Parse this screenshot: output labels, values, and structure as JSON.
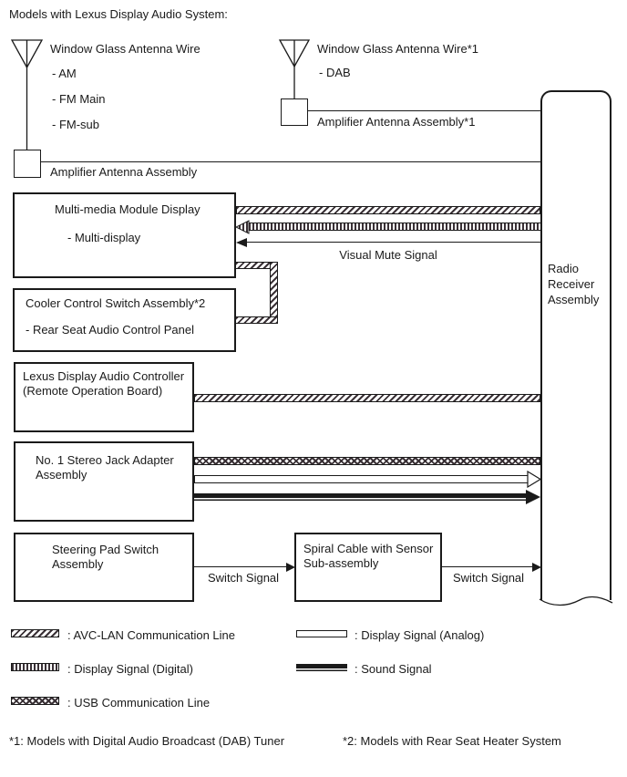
{
  "title": "Models with Lexus Display Audio System:",
  "antennas": {
    "left": {
      "label": "Window Glass Antenna Wire",
      "items": [
        "- AM",
        "- FM Main",
        "- FM-sub"
      ],
      "amp_label": "Amplifier Antenna Assembly"
    },
    "right": {
      "label": "Window Glass Antenna Wire*1",
      "items": [
        "- DAB"
      ],
      "amp_label": "Amplifier Antenna Assembly*1"
    }
  },
  "boxes": {
    "radio_receiver": "Radio Receiver Assembly",
    "multimedia": {
      "title": "Multi-media Module Display",
      "sub": "- Multi-display"
    },
    "cooler": {
      "title": "Cooler Control Switch Assembly*2",
      "sub": "- Rear Seat Audio Control Panel"
    },
    "lexus_controller": {
      "line1": "Lexus Display Audio Controller",
      "line2": "(Remote Operation Board)"
    },
    "stereo_jack": {
      "line1": "No. 1 Stereo Jack Adapter",
      "line2": "Assembly"
    },
    "steering": {
      "line1": "Steering Pad Switch",
      "line2": "Assembly"
    },
    "spiral": {
      "line1": "Spiral Cable with Sensor",
      "line2": "Sub-assembly"
    }
  },
  "signals": {
    "visual_mute": "Visual Mute Signal",
    "switch1": "Switch Signal",
    "switch2": "Switch Signal"
  },
  "legend": [
    {
      "pattern": "avc-lan",
      "label": ": AVC-LAN Communication Line"
    },
    {
      "pattern": "display-digital",
      "label": ": Display Signal (Digital)"
    },
    {
      "pattern": "usb",
      "label": ": USB Communication Line"
    },
    {
      "pattern": "display-analog",
      "label": ": Display Signal (Analog)"
    },
    {
      "pattern": "sound",
      "label": ": Sound Signal"
    }
  ],
  "footnotes": {
    "f1": "*1: Models with Digital Audio Broadcast (DAB) Tuner",
    "f2": "*2: Models with Rear Seat Heater System"
  },
  "colors": {
    "line": "#1a1a1a",
    "hatch": "#3a3136",
    "background": "#ffffff"
  }
}
